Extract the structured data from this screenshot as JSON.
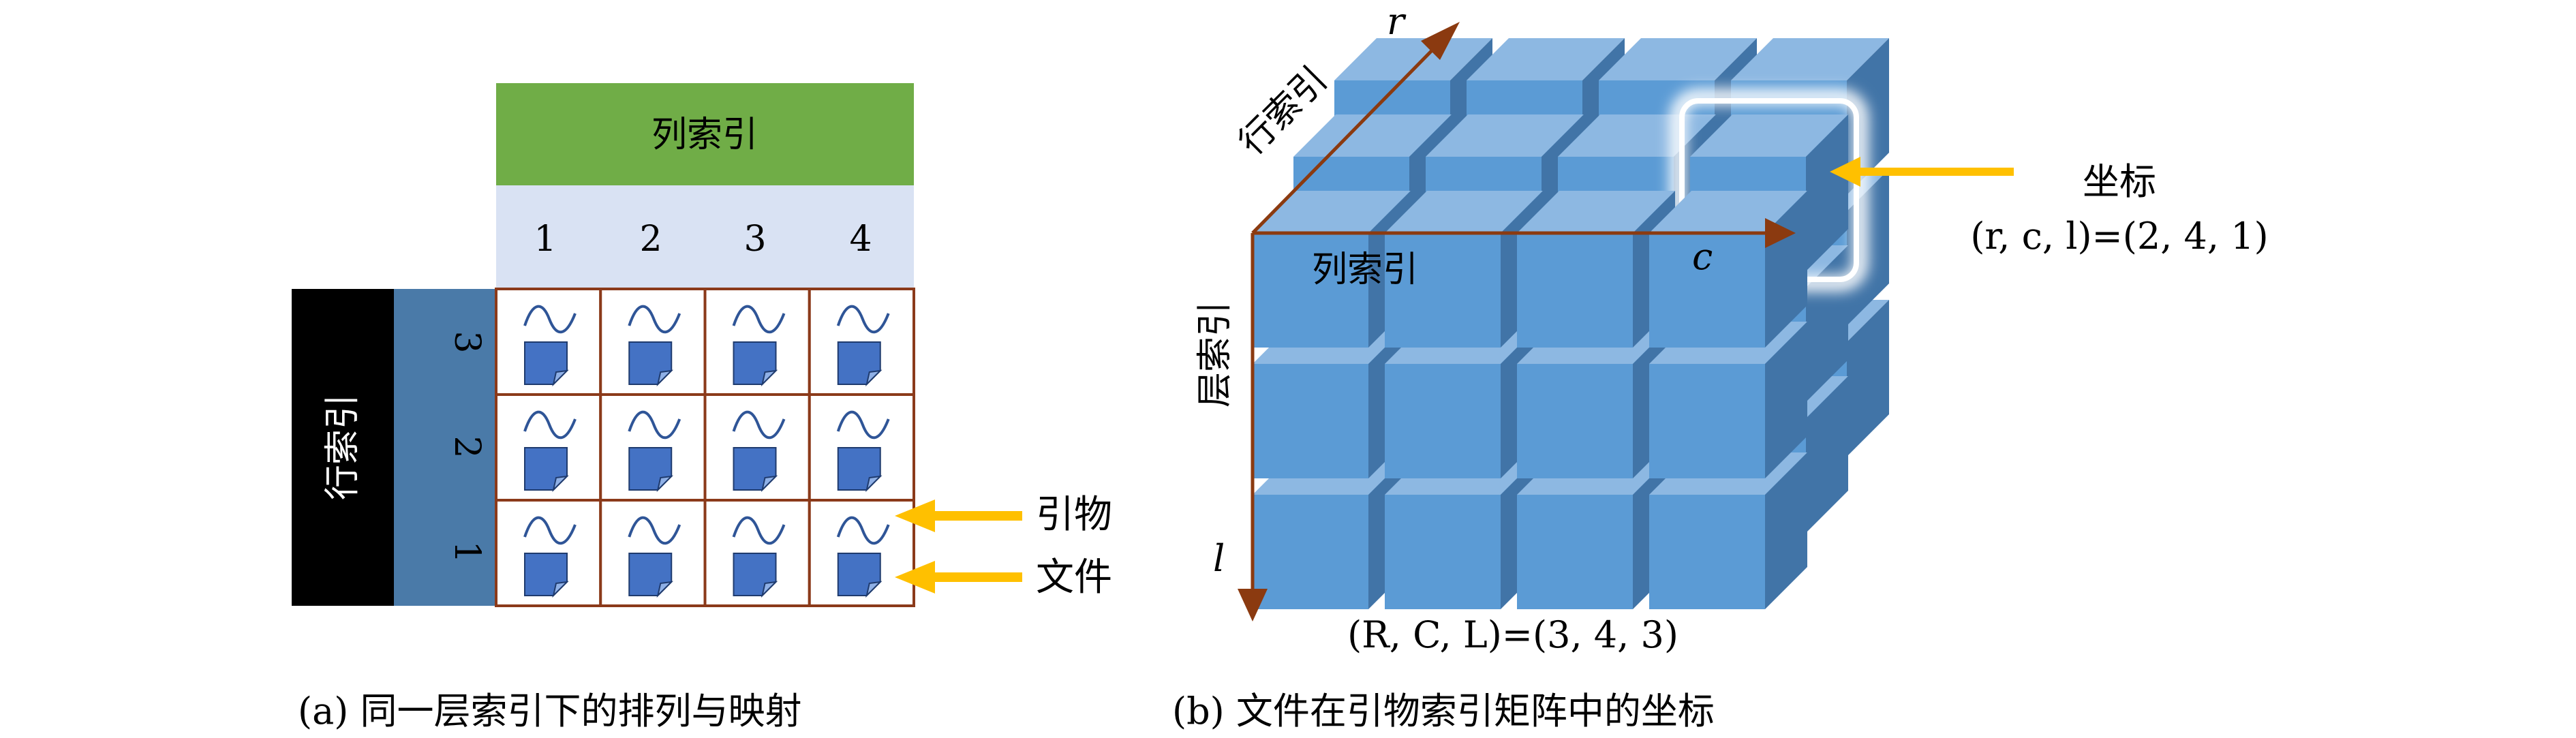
{
  "panel_a": {
    "column_header": "列索引",
    "column_numbers": [
      "1",
      "2",
      "3",
      "4"
    ],
    "row_header": "行索引",
    "row_numbers": [
      "3",
      "2",
      "1"
    ],
    "labels": {
      "trigger": "引物",
      "file": "文件"
    },
    "caption": "(a) 同一层索引下的排列与映射",
    "colors": {
      "column_header_bg": "#70ad47",
      "column_numbers_bg": "#d9e2f3",
      "row_header_bg": "#000000",
      "row_numbers_bg": "#4a7aa8",
      "cell_border": "#8b3a1a",
      "file_icon": "#4472c4",
      "wave": "#2f5597",
      "arrow": "#ffc000"
    }
  },
  "panel_b": {
    "axis_r": "r",
    "axis_c": "c",
    "axis_l": "l",
    "row_axis_label": "行索引",
    "column_axis_label": "列索引",
    "layer_axis_label": "层索引",
    "coord_title": "坐标",
    "coord_value": "(r, c, l)=(2, 4, 1)",
    "dims_value": "(R, C, L)=(3, 4, 3)",
    "caption": "(b) 文件在引物索引矩阵中的坐标",
    "colors": {
      "cube_front": "#5b9bd5",
      "cube_top": "#8db8e2",
      "cube_side": "#4174a7",
      "axis_arrow": "#8b3a10",
      "highlight_glow": "#ffffff",
      "pointer": "#ffc000"
    }
  }
}
